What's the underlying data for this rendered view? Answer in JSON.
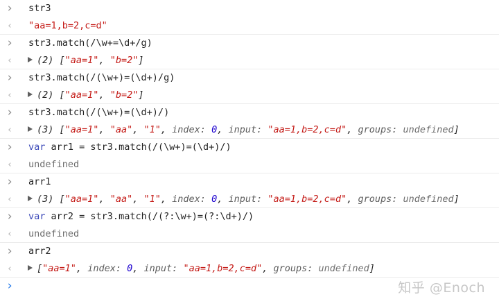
{
  "rows": [
    {
      "kind": "input",
      "text": "str3"
    },
    {
      "kind": "output-string",
      "text": "\"aa=1,b=2,c=d\""
    },
    {
      "kind": "input",
      "text": "str3.match(/\\w+=\\d+/g)"
    },
    {
      "kind": "output-array",
      "count": "(2)",
      "items": [
        "\"aa=1\"",
        "\"b=2\""
      ]
    },
    {
      "kind": "input",
      "text": "str3.match(/(\\w+)=(\\d+)/g)"
    },
    {
      "kind": "output-array",
      "count": "(2)",
      "items": [
        "\"aa=1\"",
        "\"b=2\""
      ]
    },
    {
      "kind": "input",
      "text": "str3.match(/(\\w+)=(\\d+)/)"
    },
    {
      "kind": "output-match",
      "count": "(3)",
      "items": [
        "\"aa=1\"",
        "\"aa\"",
        "\"1\""
      ],
      "index_key": "index:",
      "index_val": "0",
      "input_key": "input:",
      "input_val": "\"aa=1,b=2,c=d\"",
      "groups_key": "groups:",
      "groups_val": "undefined"
    },
    {
      "kind": "input-var",
      "keyword": "var",
      "text": "arr1 = str3.match(/(\\w+)=(\\d+)/)"
    },
    {
      "kind": "output-undefined",
      "text": "undefined"
    },
    {
      "kind": "input",
      "text": "arr1"
    },
    {
      "kind": "output-match",
      "count": "(3)",
      "items": [
        "\"aa=1\"",
        "\"aa\"",
        "\"1\""
      ],
      "index_key": "index:",
      "index_val": "0",
      "input_key": "input:",
      "input_val": "\"aa=1,b=2,c=d\"",
      "groups_key": "groups:",
      "groups_val": "undefined"
    },
    {
      "kind": "input-var",
      "keyword": "var",
      "text": "arr2 = str3.match(/(?:\\w+)=(?:\\d+)/)"
    },
    {
      "kind": "output-undefined",
      "text": "undefined"
    },
    {
      "kind": "input",
      "text": "arr2"
    },
    {
      "kind": "output-match",
      "count": "",
      "items": [
        "\"aa=1\""
      ],
      "index_key": "index:",
      "index_val": "0",
      "input_key": "input:",
      "input_val": "\"aa=1,b=2,c=d\"",
      "groups_key": "groups:",
      "groups_val": "undefined"
    },
    {
      "kind": "prompt",
      "text": ""
    }
  ],
  "watermark": "知乎 @Enoch",
  "colors": {
    "string": "#c41a16",
    "keyword": "#3b49b8",
    "number": "#1c00cf",
    "prompt": "#1a73e8"
  }
}
